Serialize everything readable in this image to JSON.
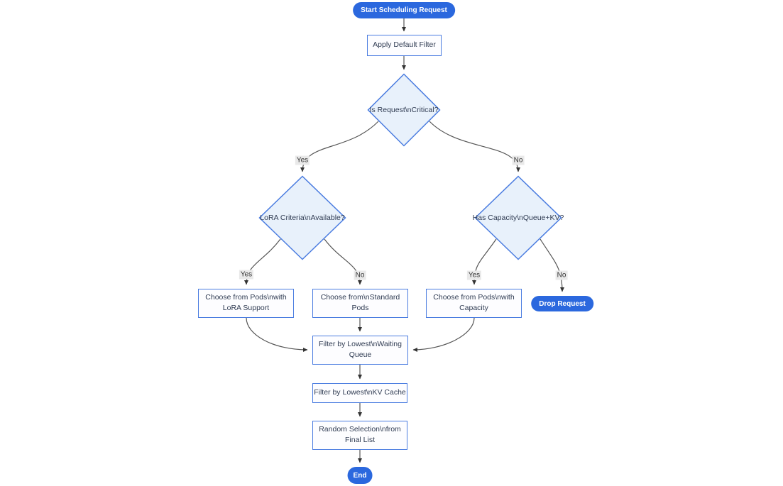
{
  "diagram": {
    "title_hint": "scheduling request flowchart",
    "nodes": {
      "start": "Start Scheduling Request",
      "apply_filter": "Apply Default Filter",
      "is_critical": "Is Request\\nCritical?",
      "lora_criteria": "LoRA Criteria\\nAvailable?",
      "has_capacity": "Has Capacity\\nQueue+KV?",
      "choose_lora": {
        "line1": "Choose from Pods\\nwith",
        "line2": "LoRA Support"
      },
      "choose_standard": {
        "line1": "Choose from\\nStandard",
        "line2": "Pods"
      },
      "choose_capacity": {
        "line1": "Choose from Pods\\nwith",
        "line2": "Capacity"
      },
      "drop_request": "Drop Request",
      "filter_waiting": {
        "line1": "Filter by Lowest\\nWaiting",
        "line2": "Queue"
      },
      "filter_kv": "Filter by Lowest\\nKV Cache",
      "random_selection": {
        "line1": "Random Selection\\nfrom",
        "line2": "Final List"
      },
      "end": "End"
    },
    "edge_labels": {
      "critical_yes": "Yes",
      "critical_no": "No",
      "lora_yes": "Yes",
      "lora_no": "No",
      "capacity_yes": "Yes",
      "capacity_no": "No"
    },
    "colors": {
      "pill_fill": "#2b68de",
      "node_border": "#4a7ce0",
      "diamond_fill": "#e8f1fb",
      "node_fill": "#fdfdff",
      "edge_stroke": "#555555",
      "edge_label_bg": "#e9e9e9",
      "text": "#2f3b52"
    }
  }
}
